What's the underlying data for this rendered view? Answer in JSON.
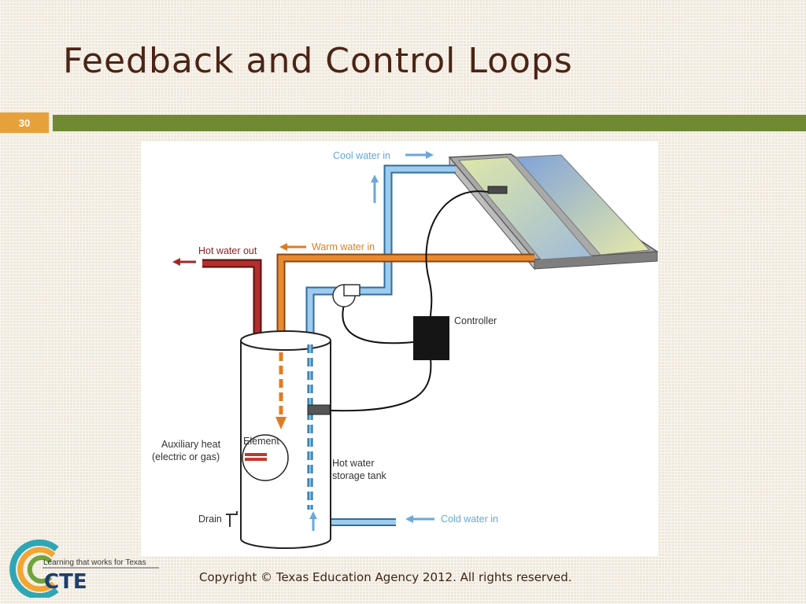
{
  "slide": {
    "title": "Feedback and Control Loops",
    "number": "30",
    "copyright": "Copyright © Texas Education Agency 2012. All rights reserved."
  },
  "diagram": {
    "labels": {
      "cool_water_in": "Cool water in",
      "hot_water_out": "Hot water out",
      "warm_water_in": "Warm water in",
      "controller": "Controller",
      "auxiliary_heat": "Auxiliary heat",
      "auxiliary_heat_sub": "(electric or gas)",
      "element": "Element",
      "hot_water_storage": "Hot water",
      "hot_water_storage_sub": "storage tank",
      "drain": "Drain",
      "cold_water_in": "Cold water in"
    },
    "colors": {
      "cool_pipe": "#8cc2e8",
      "warm_pipe": "#e07b25",
      "hot_pipe": "#a82525",
      "controller": "#151515",
      "panel_left": "#eaf0c0",
      "panel_right": "#7fa4d8"
    }
  },
  "logo": {
    "tagline": "Learning that works for Texas",
    "brand": "CTE",
    "colors": {
      "outer": "#2fa6b5",
      "middle": "#f2a531",
      "inner": "#6fa43a"
    }
  }
}
